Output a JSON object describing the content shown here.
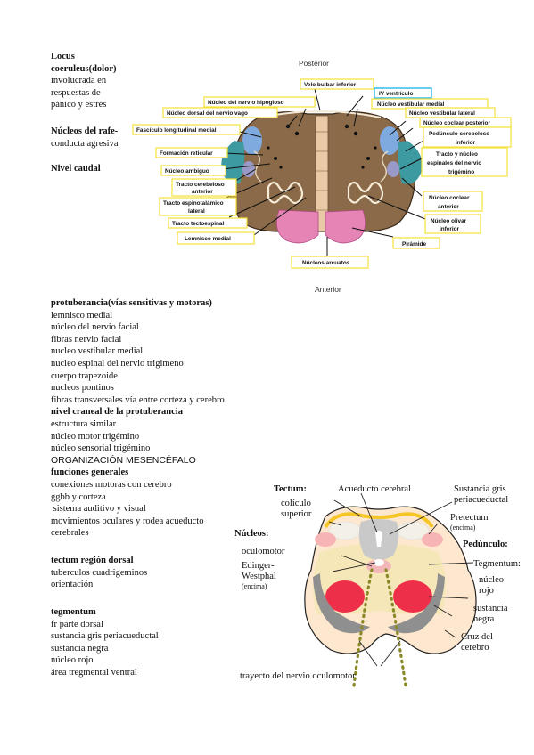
{
  "left_top": {
    "locus_title": [
      "Locus",
      "coeruleus(dolor)"
    ],
    "locus_body": [
      "involucrada en",
      "respuestas de",
      "pánico y estrés"
    ],
    "rafe_title": "Núcleos del rafe-",
    "rafe_body": "conducta agresiva",
    "nivel_caudal": "Nivel caudal"
  },
  "medulla": {
    "posterior": "Posterior",
    "anterior": "Anterior",
    "labels": {
      "velo": "Velo bulbar inferior",
      "ventriculo": "IV ventrículo",
      "hipogloso": "Núcleo del nervio hipogloso",
      "vestibular_medial": "Núcleo vestibular medial",
      "dorsal_vago": "Núcleo dorsal del nervio vago",
      "vestibular_lateral": "Núcleo vestibular lateral",
      "coclear_posterior": "Núcleo coclear posterior",
      "fasciculo": "Fascículo longitudinal medial",
      "pedunculo_1": "Pedúnculo cerebeloso",
      "pedunculo_2": "inferior",
      "formacion": "Formación reticular",
      "trigemino_1": "Tracto y núcleo",
      "trigemino_2": "espinales del nervio",
      "trigemino_3": "trigémino",
      "ambiguo": "Núcleo ambiguo",
      "espinocereb_1": "Tracto cerebeloso",
      "espinocereb_2": "anterior",
      "espinotal_1": "Tracto espinotalámico",
      "espinotal_2": "lateral",
      "coclear_ant_1": "Núcleo coclear",
      "coclear_ant_2": "anterior",
      "tectoespinal": "Tracto tectoespinal",
      "olivar_1": "Núcleo olivar",
      "olivar_2": "inferior",
      "lemnisco": "Lemnisco medial",
      "piramide": "Pirámide",
      "arcuatos": "Núcleos arcuatos"
    }
  },
  "left_bottom": {
    "protuberancia_title": "protuberancia(vías sensitivas y motoras)",
    "protuberancia_items": [
      "lemnisco medial",
      "núcleo del nervio facial",
      "fibras nervio facial",
      "nucleo vestibular medial",
      "nucleo espinal del nervio trigimeno",
      "cuerpo trapezoide",
      "nucleos pontinos",
      "fibras transversales vía entre corteza y cerebro"
    ],
    "nivel_craneal": "nivel craneal de la protuberancia",
    "craneal_items": [
      "estructura similar",
      "núcleo motor trigémino",
      "núcleo sensorial trigémino"
    ],
    "organizacion": "ORGANIZACIÓN MESENCÉFALO",
    "funciones_title": "funciones generales",
    "funciones_items": [
      "conexiones motoras con cerebro",
      "ggbb y corteza",
      " sistema auditivo y visual",
      "movimientos oculares y rodea acueducto",
      "cerebrales"
    ],
    "tectum_title": "tectum región dorsal",
    "tectum_items": [
      "tuberculos cuadrigeminos",
      "orientación"
    ],
    "tegmentum_title": "tegmentum",
    "tegmentum_items": [
      "fr parte dorsal",
      "sustancia gris periacueductal",
      "sustancia negra",
      "núcleo rojo",
      "área tregmental ventral"
    ]
  },
  "mesencefalo": {
    "tectum": "Tectum:",
    "acueducto": "Acueducto cerebral",
    "gris_1": "Sustancia gris",
    "gris_2": "periacueductal",
    "coliculo_1": "colículo",
    "coliculo_2": "superior",
    "pretectum": "Pretectum",
    "encima_1": "(encima)",
    "nucleos": "Núcleos:",
    "pedunculo": "Pedúnculo:",
    "oculomotor": "oculomotor",
    "tegmentum": "Tegmentum:",
    "edinger_1": "Edinger-",
    "edinger_2": "Westphal",
    "encima_2": "(encima)",
    "rojo_1": "núcleo",
    "rojo_2": "rojo",
    "negra_1": "sustancia",
    "negra_2": "negra",
    "cruz_1": "Cruz del",
    "cruz_2": "cerebro",
    "trayecto": "trayecto del nervio oculomotor"
  }
}
